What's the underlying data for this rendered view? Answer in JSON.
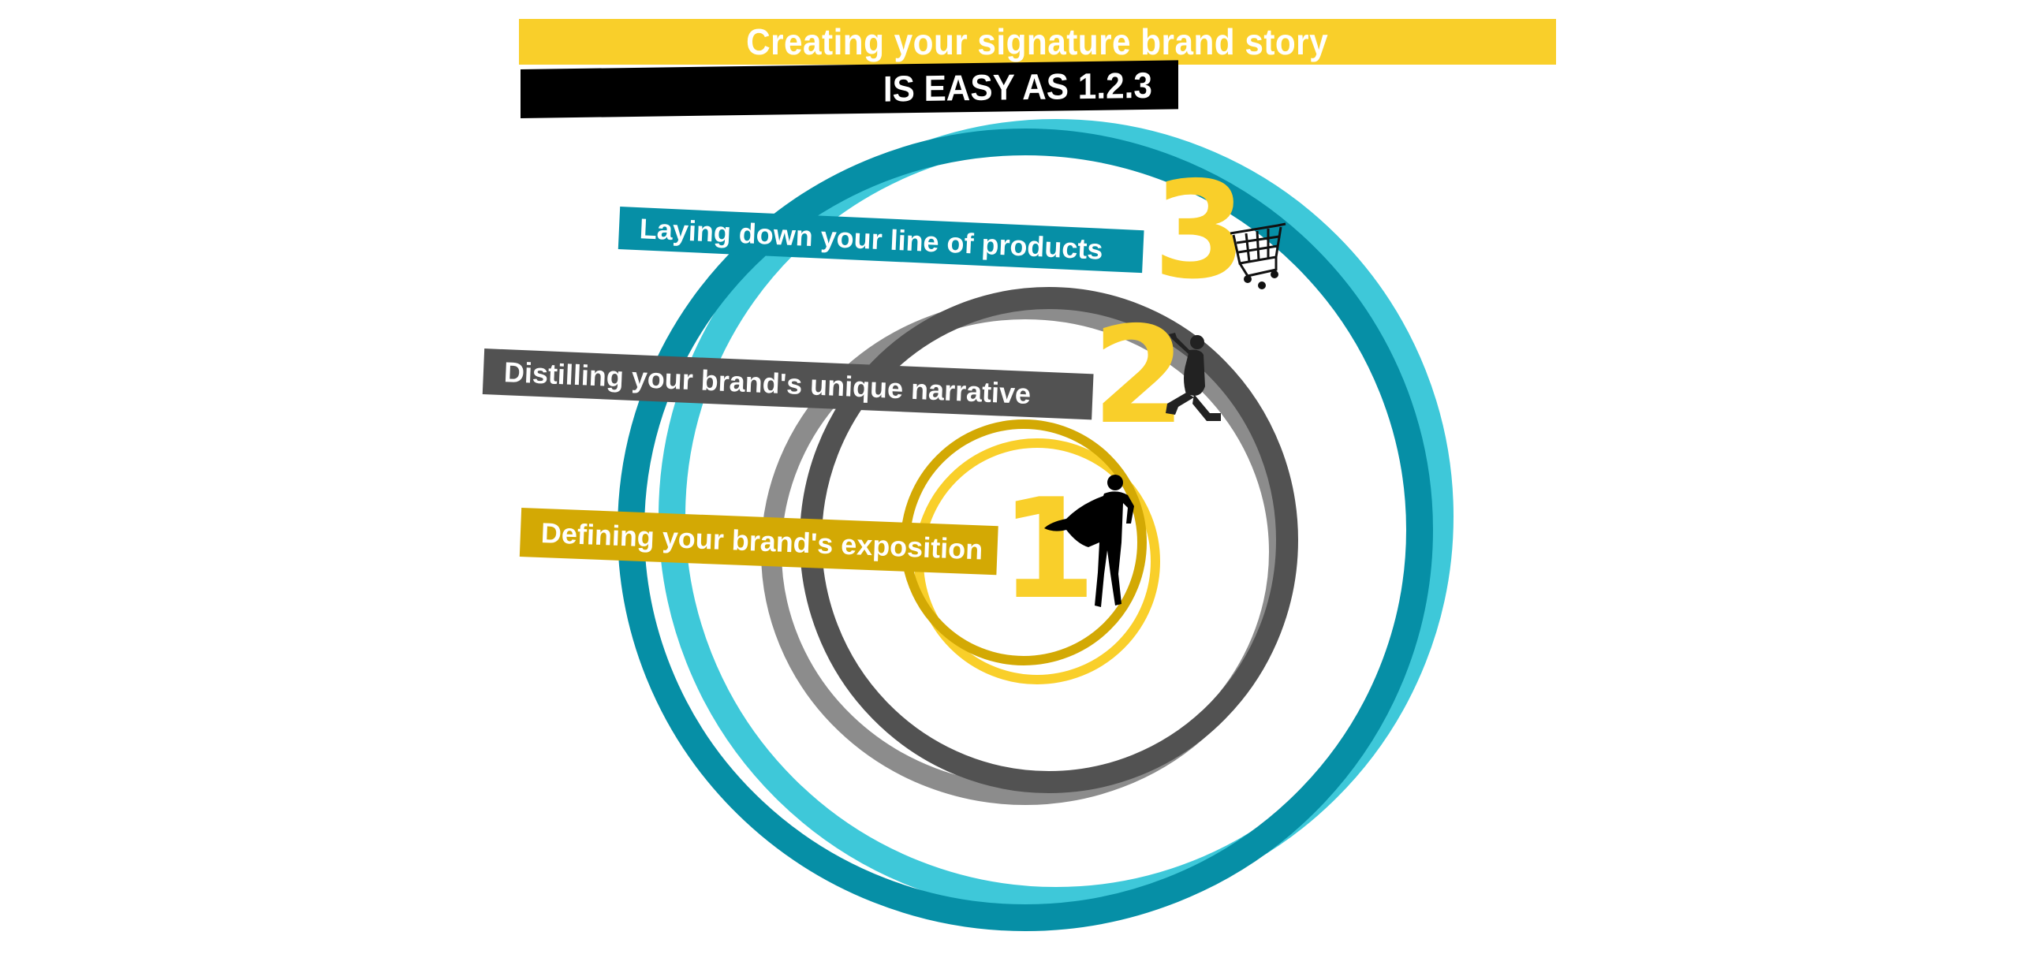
{
  "header": {
    "title": "Creating your signature brand story",
    "subtitle": "IS EASY AS 1.2.3"
  },
  "steps": [
    {
      "number": "1",
      "label": "Defining your brand's exposition",
      "icon": "superhero-icon",
      "color": "#d3a904"
    },
    {
      "number": "2",
      "label": "Distilling your brand's unique narrative",
      "icon": "builder-kneeling-icon",
      "color": "#525252"
    },
    {
      "number": "3",
      "label": "Laying down your line of products",
      "icon": "shopping-cart-icon",
      "color": "#068fa6"
    }
  ],
  "colors": {
    "title_bar": "#f9cf2a",
    "subtitle_bar": "#000000",
    "teal_dark": "#068fa6",
    "teal_light": "#3ec8d9",
    "gray_dark": "#525252",
    "gray_light": "#8c8c8c",
    "gold_dark": "#d3a904",
    "gold_light": "#f9cf2a",
    "number_yellow": "#f9cf2a"
  }
}
